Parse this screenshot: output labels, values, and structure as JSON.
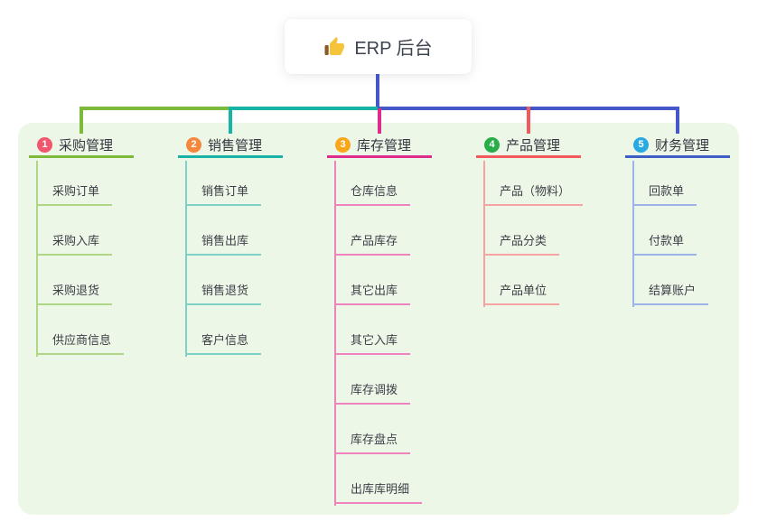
{
  "root": {
    "label": "ERP 后台",
    "icon": "thumbs-up"
  },
  "colors": {
    "panel": "#EDF7E8",
    "c1": "#7DBA3C",
    "c2": "#16B3A6",
    "c3": "#DE2C8C",
    "c4": "#F15B5B",
    "c5": "#4657C8"
  },
  "branches": [
    {
      "number": "1",
      "title": "采购管理",
      "accent": "#7DBA3C",
      "badge": "#F2566D",
      "tint": "#AFD685",
      "children": [
        "采购订单",
        "采购入库",
        "采购退货",
        "供应商信息"
      ]
    },
    {
      "number": "2",
      "title": "销售管理",
      "accent": "#16B3A6",
      "badge": "#F6883C",
      "tint": "#7FD0C6",
      "children": [
        "销售订单",
        "销售出库",
        "销售退货",
        "客户信息"
      ]
    },
    {
      "number": "3",
      "title": "库存管理",
      "accent": "#DE2C8C",
      "badge": "#F9A61A",
      "tint": "#F083BD",
      "children": [
        "仓库信息",
        "产品库存",
        "其它出库",
        "其它入库",
        "库存调拨",
        "库存盘点",
        "出库库明细"
      ]
    },
    {
      "number": "4",
      "title": "产品管理",
      "accent": "#F15B5B",
      "badge": "#29AD49",
      "tint": "#F7A3A3",
      "children": [
        "产品（物料）",
        "产品分类",
        "产品单位"
      ]
    },
    {
      "number": "5",
      "title": "财务管理",
      "accent": "#3E5EC6",
      "badge": "#29A9E1",
      "tint": "#9DB4E8",
      "children": [
        "回款单",
        "付款单",
        "结算账户"
      ]
    }
  ]
}
